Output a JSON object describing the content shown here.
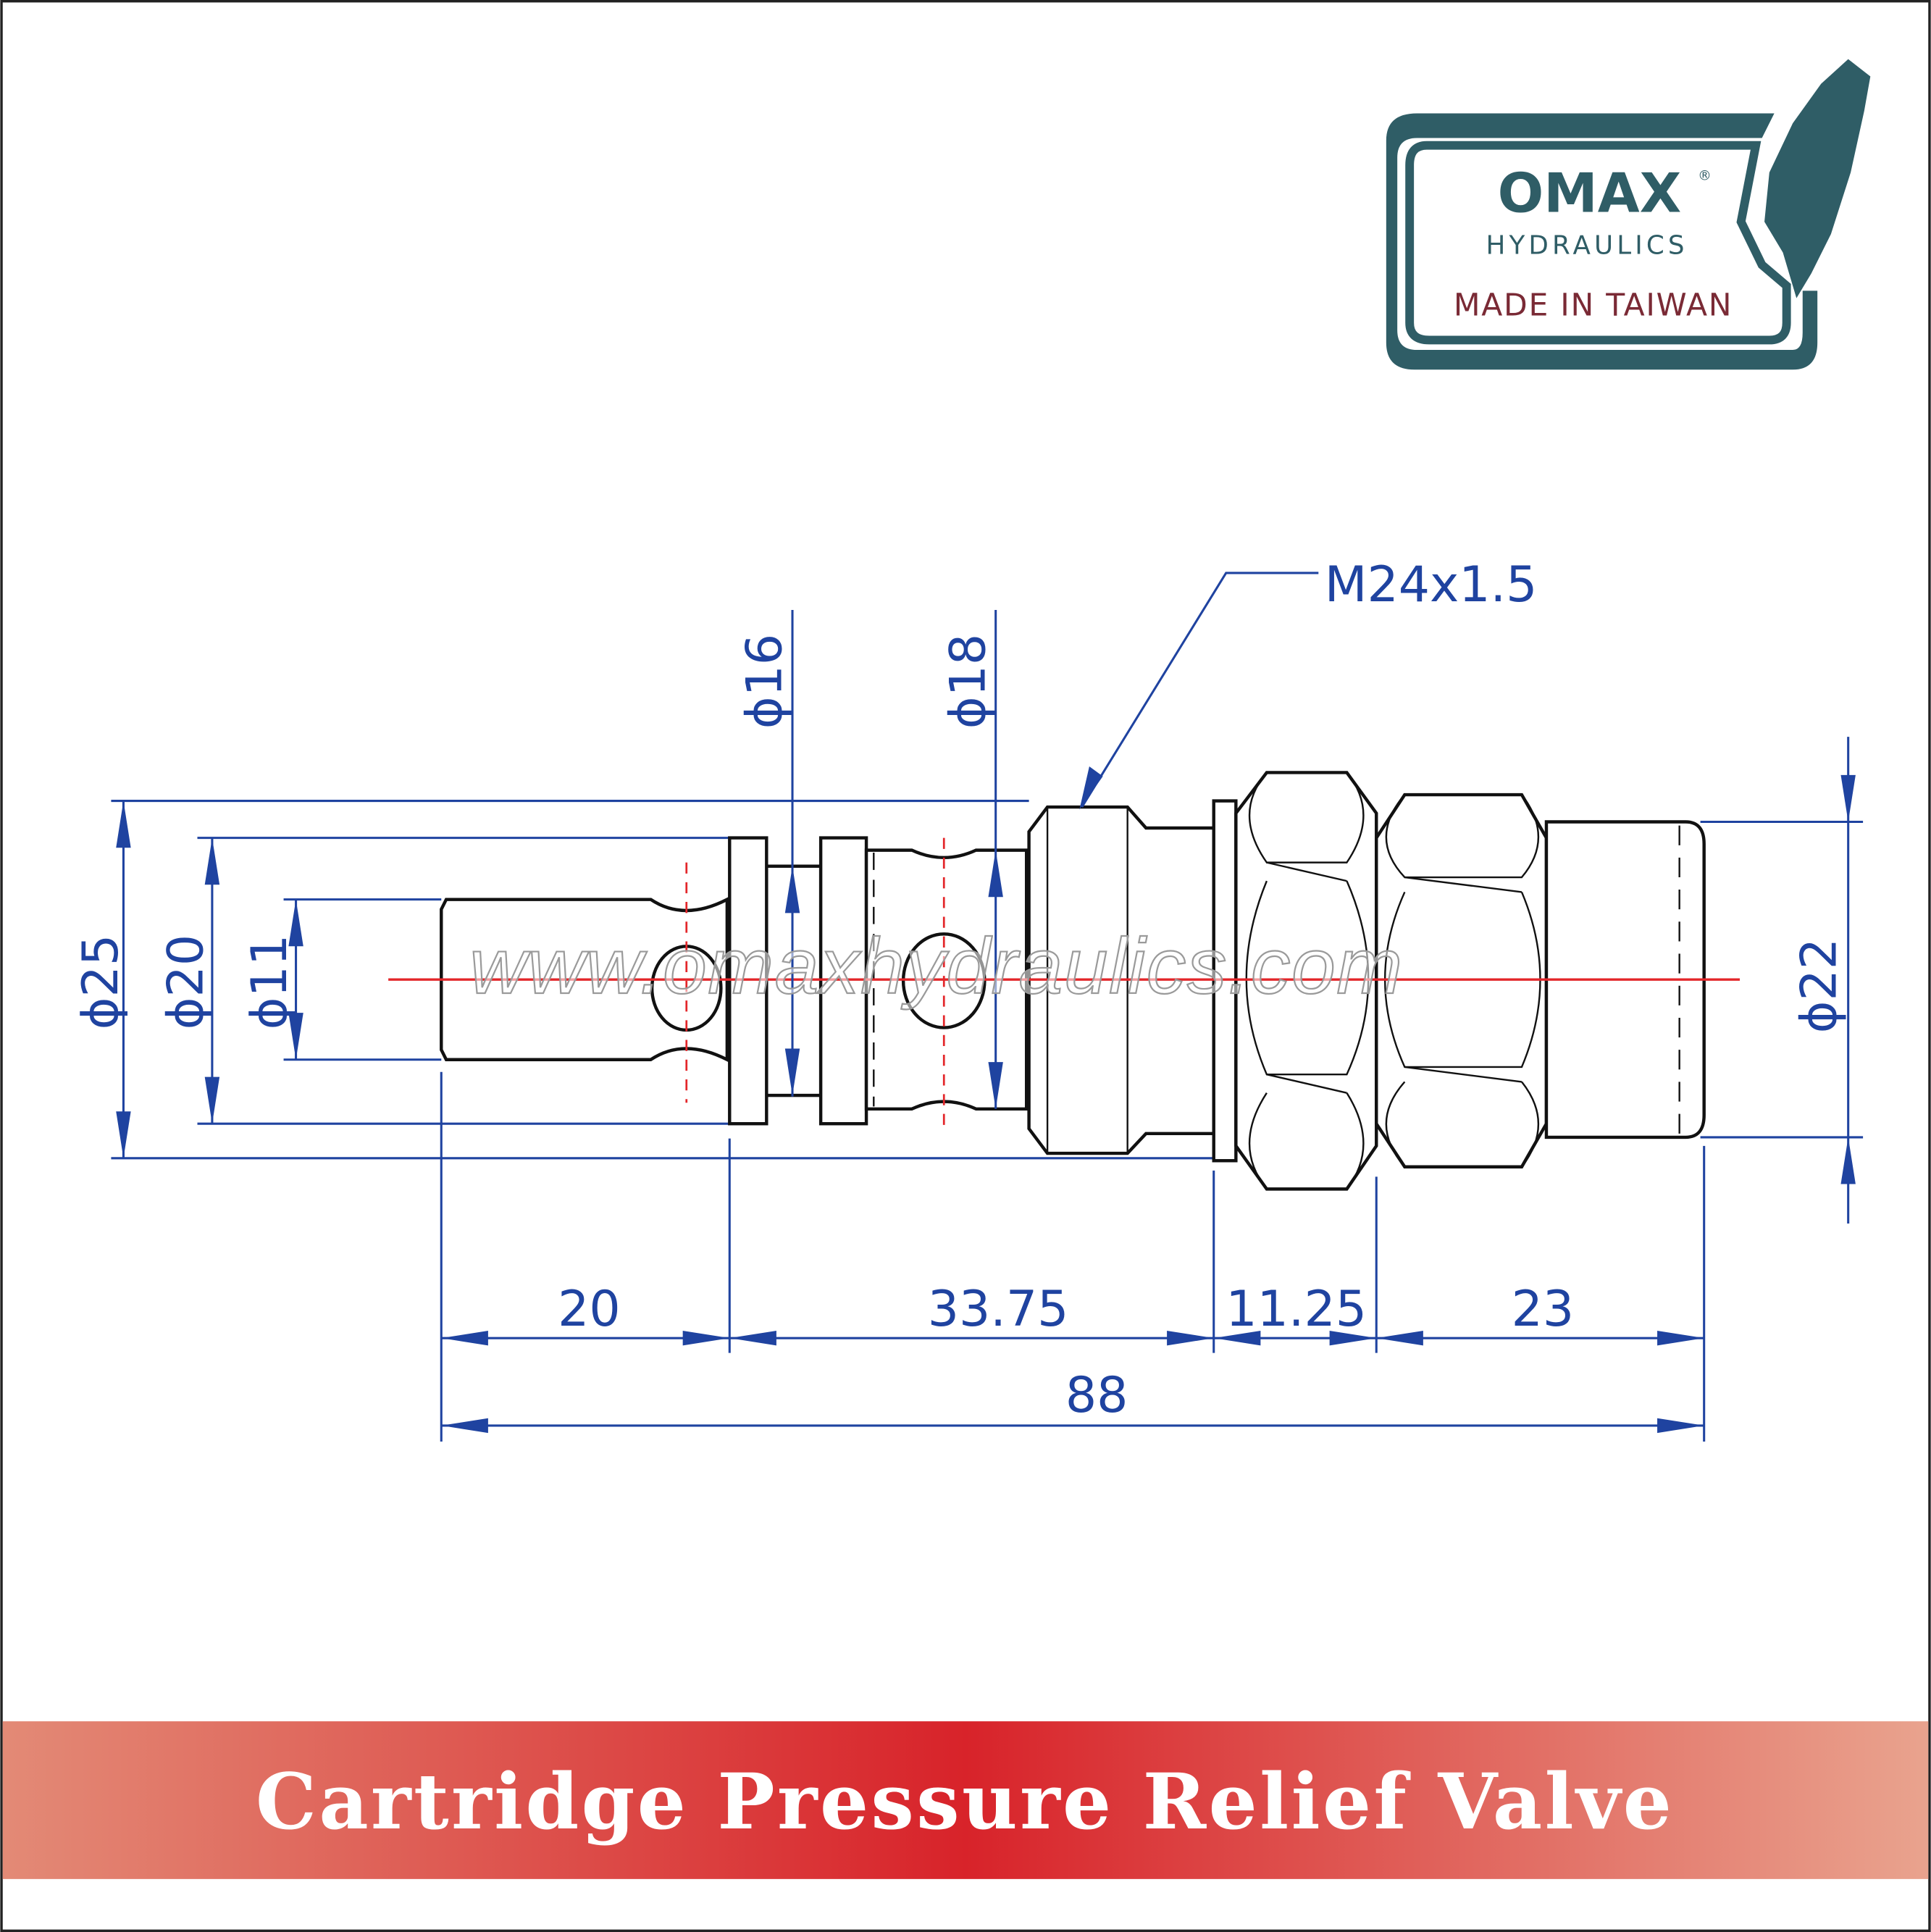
{
  "title": "Cartridge Pressure Relief Valve",
  "watermark": "www.omaxhydraulics.com",
  "logo": {
    "brand": "OMAX",
    "registered": "®",
    "sub": "HYDRAULICS",
    "origin": "MADE IN TAIWAN",
    "stamp_color": "#2f5d66",
    "origin_color": "#7a2a35"
  },
  "thread_label": "M24x1.5",
  "diameters": {
    "d25": "ϕ25",
    "d20": "ϕ20",
    "d11": "ϕ11",
    "d16": "ϕ16",
    "d18": "ϕ18",
    "d22": "ϕ22"
  },
  "lengths": {
    "l1": "20",
    "l2": "33.75",
    "l3": "11.25",
    "l4": "23",
    "total": "88"
  },
  "colors": {
    "dimension": "#1f43a0",
    "centerline": "#e3262a",
    "banner_center": "#d8232a",
    "banner_edge": "#e89a85"
  }
}
